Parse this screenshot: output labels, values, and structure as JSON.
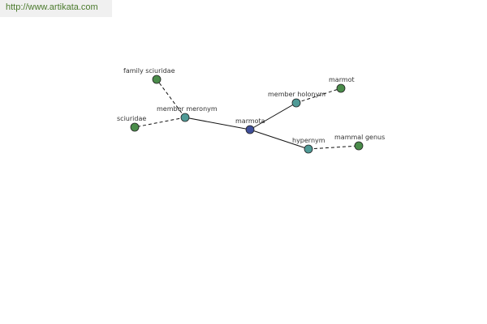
{
  "header": {
    "url": "http://www.artikata.com"
  },
  "colors": {
    "root": "#3f4f9a",
    "relation": "#4f9a96",
    "leaf": "#4a8c4a",
    "edge": "#111111"
  },
  "graph": {
    "nodes": [
      {
        "id": "marmota",
        "label": "marmota",
        "kind": "root"
      },
      {
        "id": "member-meronym",
        "label": "member meronym",
        "kind": "relation"
      },
      {
        "id": "member-holonym",
        "label": "member holonym",
        "kind": "relation"
      },
      {
        "id": "hypernym",
        "label": "hypernym",
        "kind": "relation"
      },
      {
        "id": "family-sciuridae",
        "label": "family sciuridae",
        "kind": "leaf"
      },
      {
        "id": "sciuridae",
        "label": "sciuridae",
        "kind": "leaf"
      },
      {
        "id": "marmot",
        "label": "marmot",
        "kind": "leaf"
      },
      {
        "id": "mammal-genus",
        "label": "mammal genus",
        "kind": "leaf"
      }
    ],
    "edges": [
      {
        "from": "marmota",
        "to": "member-meronym",
        "style": "solid"
      },
      {
        "from": "marmota",
        "to": "member-holonym",
        "style": "solid"
      },
      {
        "from": "marmota",
        "to": "hypernym",
        "style": "solid"
      },
      {
        "from": "member-meronym",
        "to": "family-sciuridae",
        "style": "dashed"
      },
      {
        "from": "member-meronym",
        "to": "sciuridae",
        "style": "dashed"
      },
      {
        "from": "member-holonym",
        "to": "marmot",
        "style": "dashed"
      },
      {
        "from": "hypernym",
        "to": "mammal-genus",
        "style": "dashed"
      }
    ]
  }
}
